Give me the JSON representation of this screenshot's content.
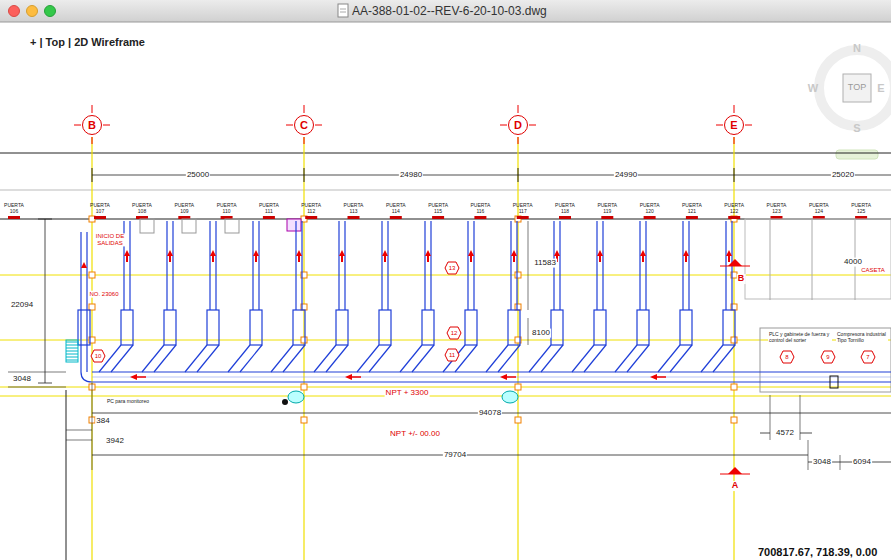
{
  "diagram": {
    "title": "AA-388-01-02--REV-6-20-10-03.dwg",
    "nodes": [
      {
        "text": [
          "B"
        ]
      },
      {
        "text": [
          "C"
        ]
      },
      {
        "text": [
          "D"
        ]
      },
      {
        "text": [
          "E"
        ]
      },
      {
        "text": [
          "10"
        ]
      },
      {
        "text": [
          "13"
        ]
      },
      {
        "text": [
          "12"
        ]
      },
      {
        "text": [
          "11"
        ]
      },
      {
        "text": [
          "8"
        ]
      },
      {
        "text": [
          "9"
        ]
      },
      {
        "text": [
          "7"
        ]
      }
    ],
    "labels": [
      "+ | Top | 2D Wireframe",
      "N",
      "W",
      "TOP",
      "E",
      "S",
      "25000",
      "24980",
      "24990",
      "25020",
      "PUERTA 106",
      "PUERTA 107",
      "PUERTA 108",
      "PUERTA 109",
      "PUERTA 110",
      "PUERTA 111",
      "PUERTA 112",
      "PUERTA 113",
      "PUERTA 114",
      "PUERTA 115",
      "PUERTA 116",
      "PUERTA 117",
      "PUERTA 118",
      "PUERTA 119",
      "PUERTA 120",
      "PUERTA 121",
      "PUERTA 122",
      "PUERTA 123",
      "PUERTA 124",
      "PUERTA 125",
      "4000",
      "CASETA",
      "INICIO DE SALIDAS",
      "NO. 23060",
      "22094",
      "11583",
      "8100",
      "B",
      "PLC y gabinete de fuerza y control del sorter",
      "Compresora industrial Tipo Tornillo",
      "3048",
      "NPT + 3300",
      "PC para monitoreo",
      "384",
      "94078",
      "NPT +/- 00.00",
      "4572",
      "3942",
      "79704",
      "3048",
      "6094",
      "A",
      "700817.67, 718.39, 0.00"
    ]
  }
}
